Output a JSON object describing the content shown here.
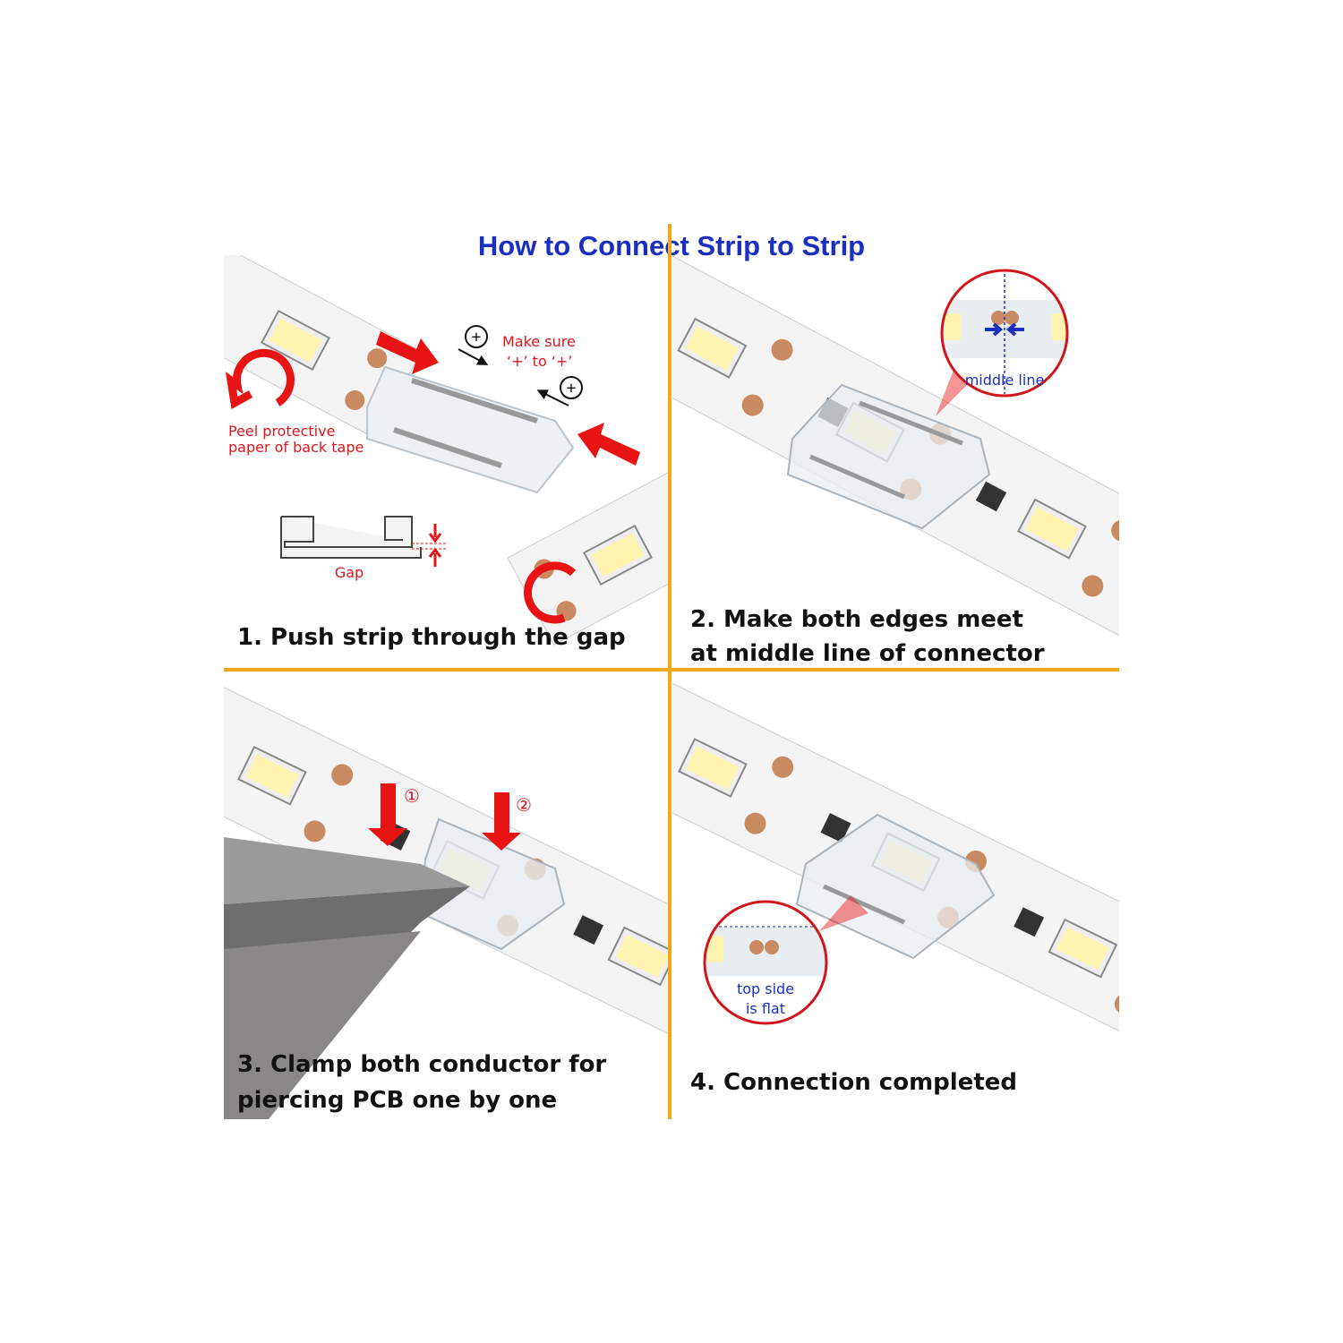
{
  "title": "How to Connect Strip to Strip",
  "colors": {
    "title": "#1a2fbf",
    "divider": "#f0a818",
    "arrow": "#e81414",
    "led": "#fff3b0",
    "pad": "#c98a62"
  },
  "steps": [
    {
      "caption": [
        "1. Push strip through the gap"
      ],
      "notes": {
        "make_sure": "Make sure",
        "polarity": "‘+’ to ‘+’",
        "peel": [
          "Peel protective",
          "paper of back tape"
        ],
        "gap": "Gap",
        "plus": "+"
      }
    },
    {
      "caption": [
        "2. Make both edges meet",
        "at middle line of connector"
      ],
      "notes": {
        "inset": "middle line"
      }
    },
    {
      "caption": [
        "3. Clamp both conductor for",
        "piercing PCB one by one"
      ],
      "notes": {
        "first": "①",
        "second": "②"
      }
    },
    {
      "caption": [
        "4. Connection completed"
      ],
      "notes": {
        "inset": [
          "top side",
          "is flat"
        ]
      }
    }
  ]
}
